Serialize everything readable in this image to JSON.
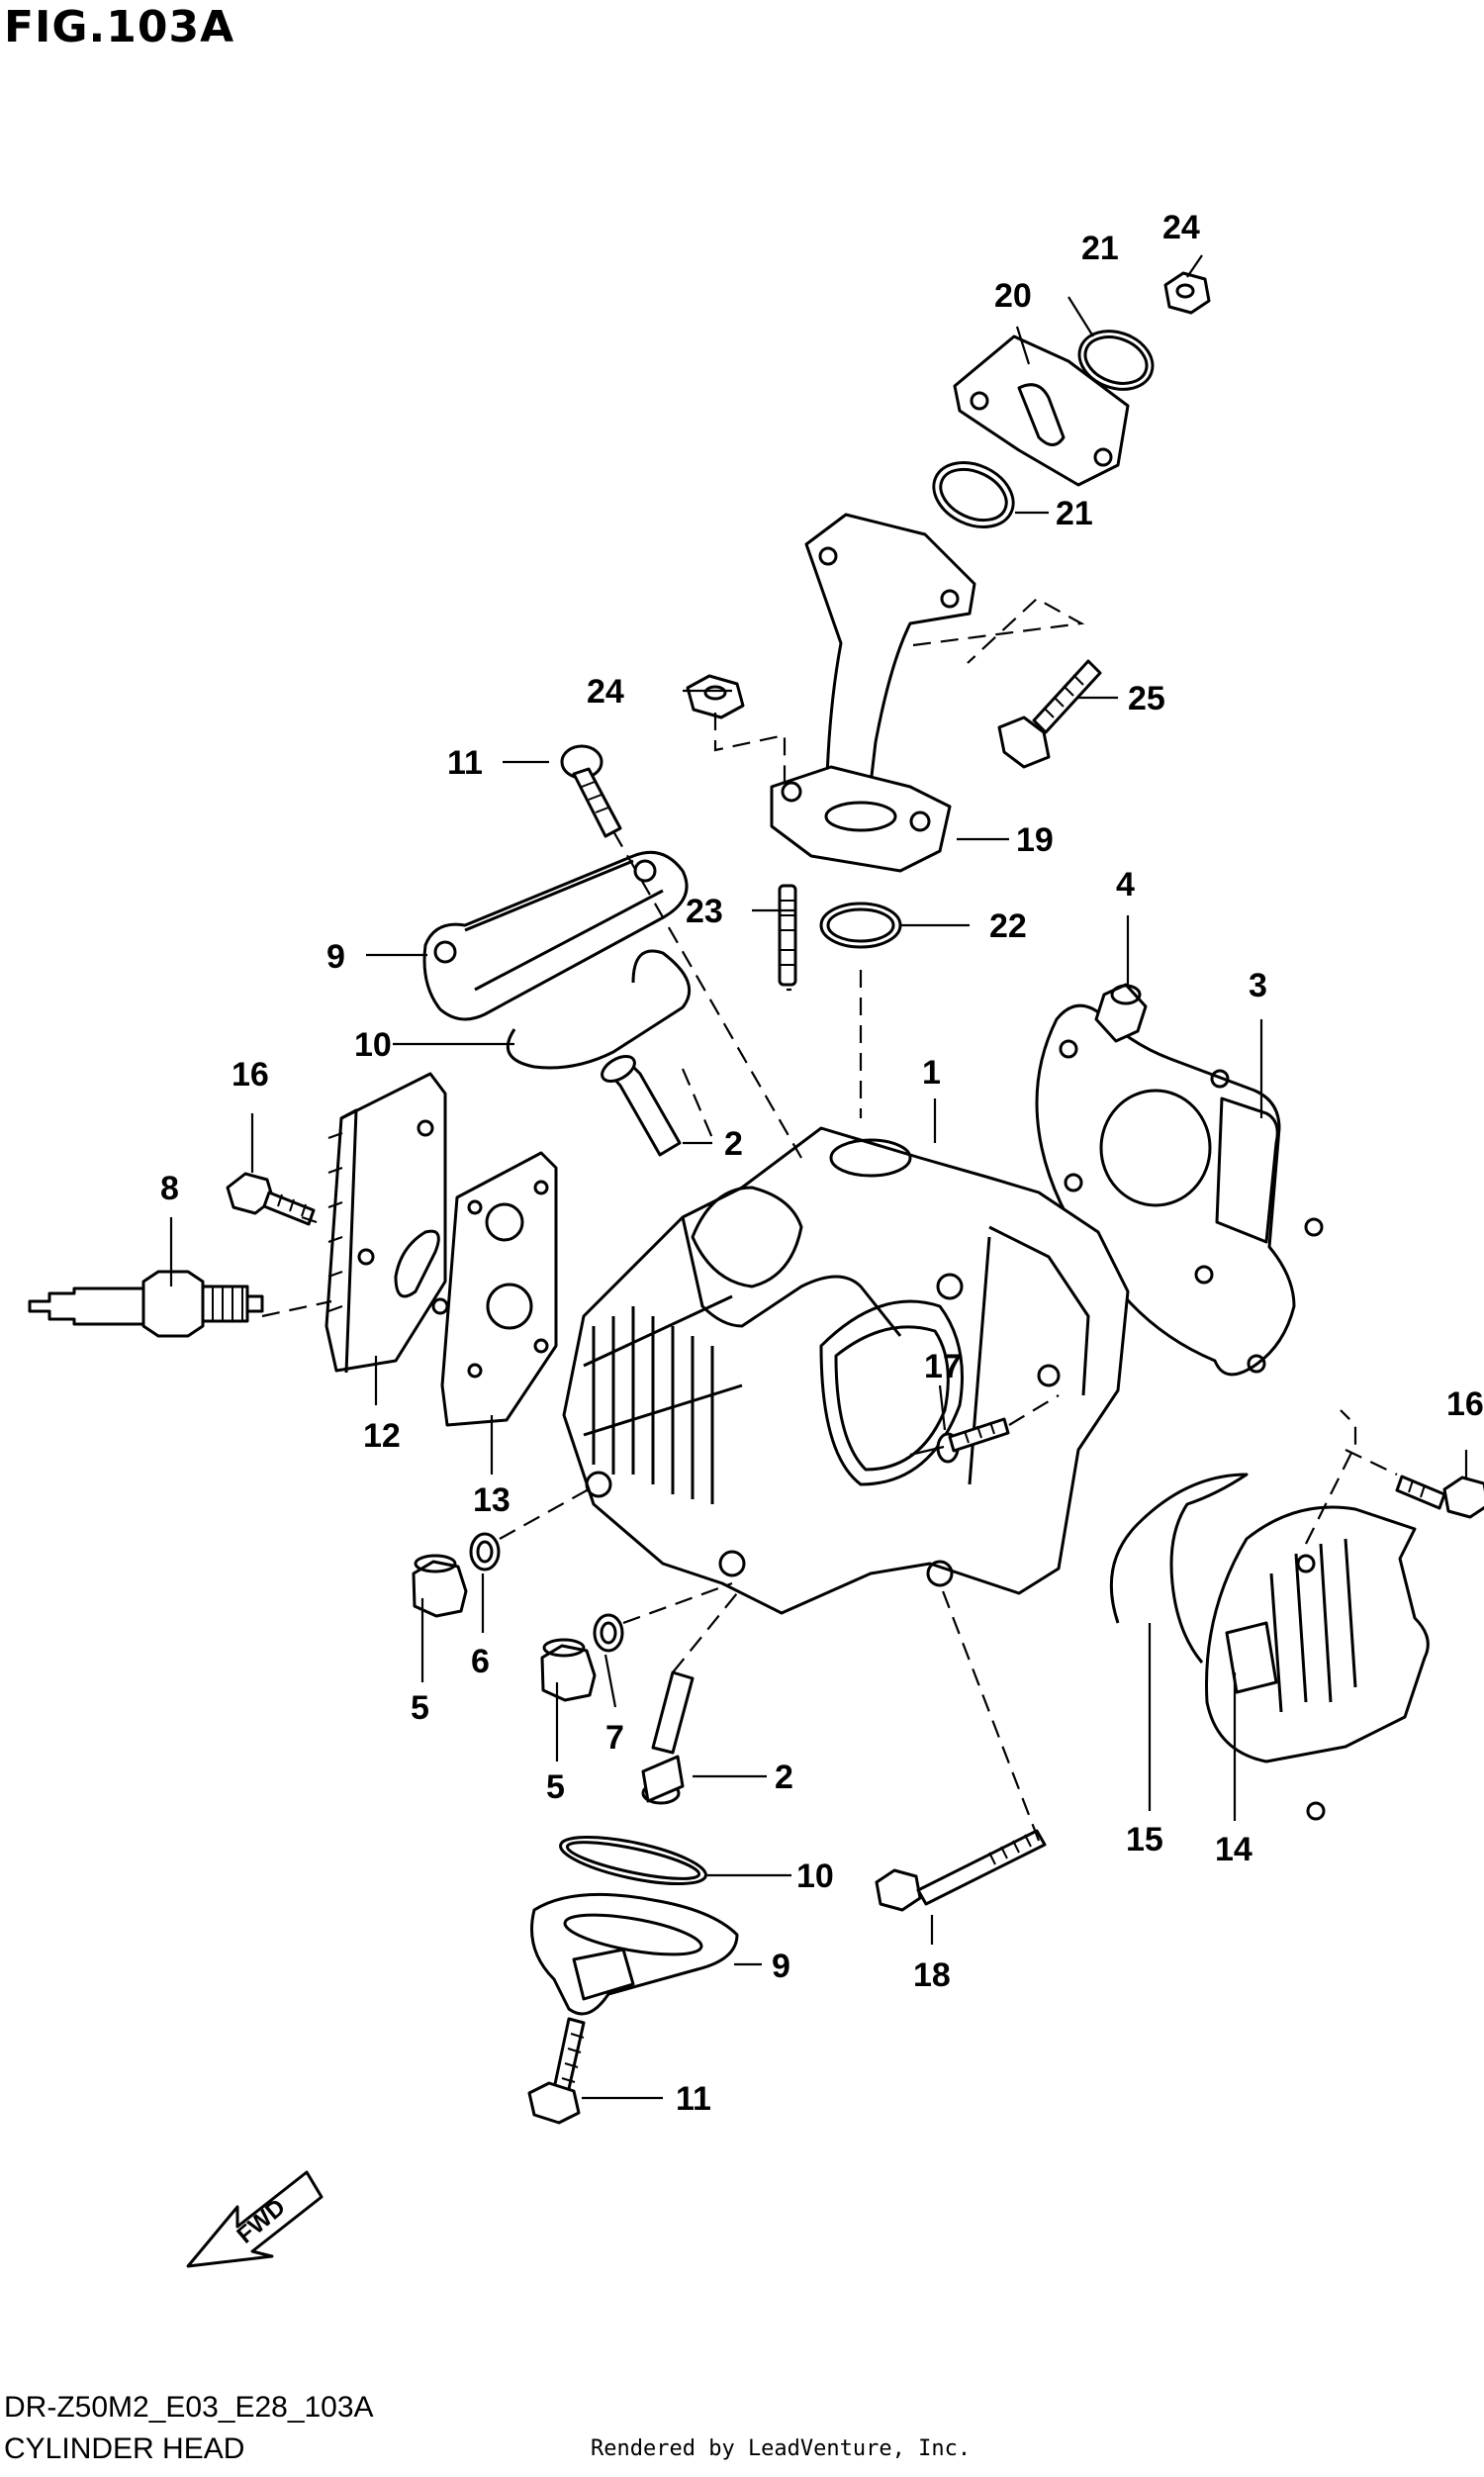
{
  "figure": {
    "title": "FIG.103A",
    "code": "DR-Z50M2_E03_E28_103A",
    "name": "CYLINDER HEAD",
    "credit": "Rendered by LeadVenture, Inc.",
    "direction_label": "FWD"
  },
  "callouts": {
    "c1": "1",
    "c2a": "2",
    "c2b": "2",
    "c3": "3",
    "c4": "4",
    "c5a": "5",
    "c5b": "5",
    "c6": "6",
    "c7": "7",
    "c8": "8",
    "c9a": "9",
    "c9b": "9",
    "c10a": "10",
    "c10b": "10",
    "c11a": "11",
    "c11b": "11",
    "c12": "12",
    "c13": "13",
    "c14": "14",
    "c15": "15",
    "c16a": "16",
    "c16b": "16",
    "c17": "17",
    "c18": "18",
    "c19": "19",
    "c20": "20",
    "c21a": "21",
    "c21b": "21",
    "c22": "22",
    "c23": "23",
    "c24a": "24",
    "c24b": "24",
    "c25": "25"
  }
}
